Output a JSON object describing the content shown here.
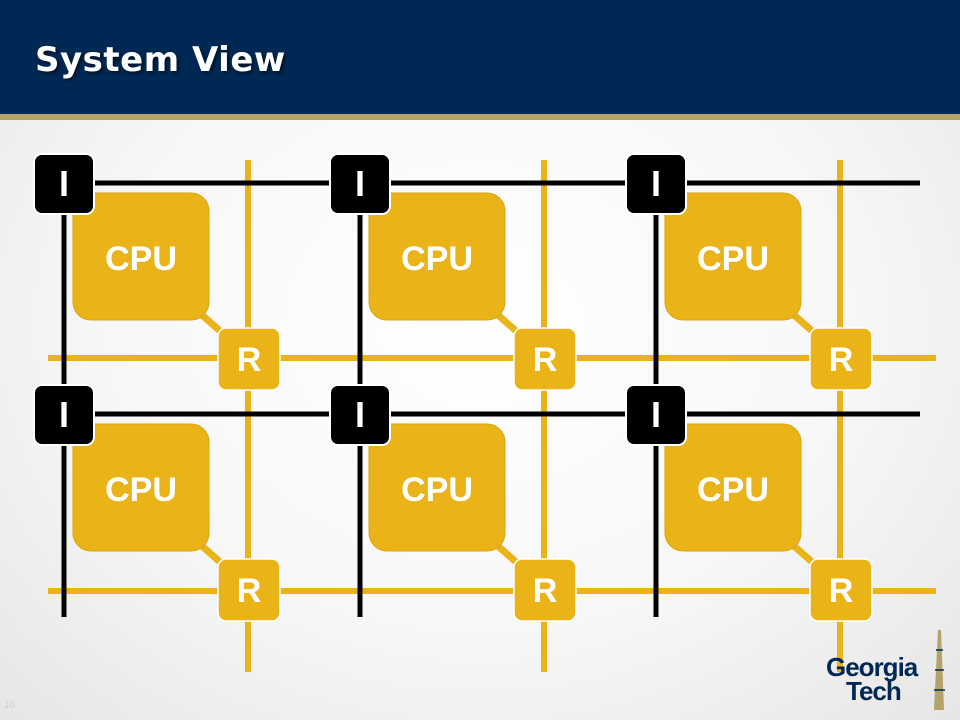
{
  "slide": {
    "title": "System View",
    "page_number": "10"
  },
  "diagram": {
    "colors": {
      "gold": "#EAB419",
      "gold_dark": "#d9a40f",
      "black": "#000000",
      "header_blue": "#002855",
      "header_stripe": "#b3a369"
    },
    "nodes": [
      {
        "cpu_label": "CPU",
        "interface_label": "I",
        "router_label": "R"
      },
      {
        "cpu_label": "CPU",
        "interface_label": "I",
        "router_label": "R"
      },
      {
        "cpu_label": "CPU",
        "interface_label": "I",
        "router_label": "R"
      },
      {
        "cpu_label": "CPU",
        "interface_label": "I",
        "router_label": "R"
      },
      {
        "cpu_label": "CPU",
        "interface_label": "I",
        "router_label": "R"
      },
      {
        "cpu_label": "CPU",
        "interface_label": "I",
        "router_label": "R"
      }
    ]
  },
  "logo": {
    "line1": "Georgia",
    "line2": "Tech",
    "mark_icon": "tech-tower-icon"
  }
}
